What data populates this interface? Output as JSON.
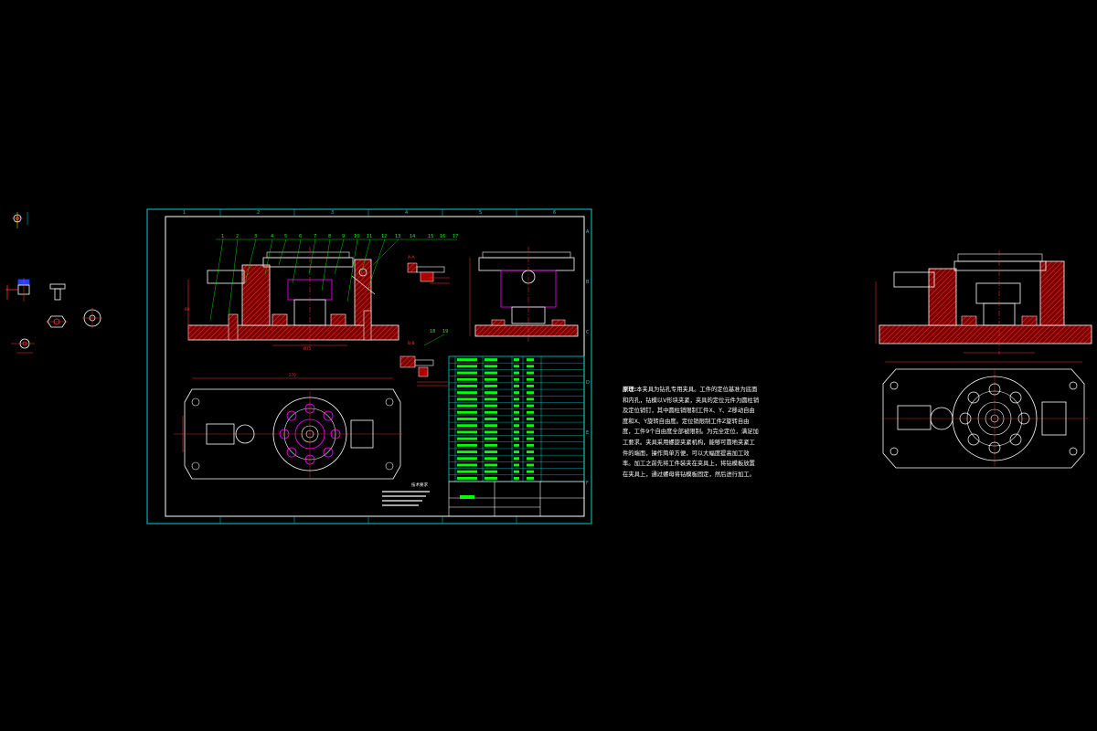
{
  "drawing": {
    "balloons_top": [
      "1",
      "2",
      "3",
      "4",
      "5",
      "6",
      "7",
      "8",
      "9",
      "10",
      "11",
      "12",
      "13",
      "14",
      "15",
      "16",
      "17"
    ],
    "balloons_lower": [
      "18",
      "19"
    ],
    "section_marks": [
      "A-A",
      "B-B"
    ],
    "frame_cols": [
      "1",
      "2",
      "3",
      "4",
      "5",
      "6"
    ],
    "frame_rows": [
      "A",
      "B",
      "C",
      "D",
      "E",
      "F"
    ],
    "tech_req_title": "技术要求",
    "parts_rows": 19
  },
  "note": {
    "title": "原理:",
    "body": "本夹具为钻孔专用夹具。工件的定位基准为底面和内孔，钻模以V形块夹紧，夹具的定位元件为圆柱销及定位销钉，其中圆柱销限制工件X、Y、Z移动自由度和X、Y旋转自由度。定位销限制工件Z旋转自由度，工件9个自由度全部被限制。为完全定位，满足加工要求。夹具采用螺旋夹紧机构，能够可靠地夹紧工件的端面，操作简单方便，可以大幅度提高加工效率。加工之前先将工件装夹在夹具上，将钻模板放置在夹具上，通过螺母将钻模板固定，然后进行加工。"
  },
  "colors": {
    "background": "#000000",
    "frame": "#00d0d0",
    "outline": "#ffffff",
    "section_fill": "#b00000",
    "hidden": "#ff00ff",
    "centerline": "#ff2020",
    "leader": "#00ff00",
    "text": "#ffffff"
  }
}
